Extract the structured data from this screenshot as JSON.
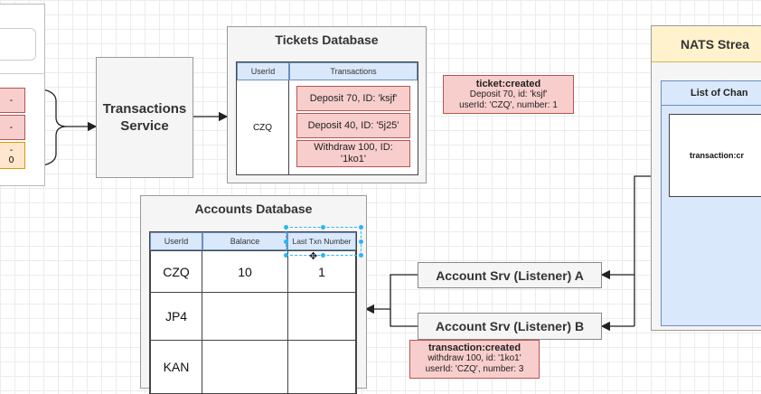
{
  "left_panel": {
    "items": [
      {
        "text": "-",
        "color": "#f8cecc"
      },
      {
        "text": "-",
        "color": "#f8cecc"
      },
      {
        "text": "-\n0",
        "color": "#ffe6cc"
      }
    ]
  },
  "transactions_service": {
    "label": "Transactions\nService"
  },
  "tickets_db": {
    "title": "Tickets Database",
    "columns": [
      "UserId",
      "Transactions"
    ],
    "user": "CZQ",
    "transactions": [
      "Deposit 70, ID: 'ksjf'",
      "Deposit 40, ID: '5j25'",
      "Withdraw 100, ID: '1ko1'"
    ]
  },
  "ticket_event": {
    "title": "ticket:created",
    "line1": "Deposit 70, id: 'ksjf'",
    "line2": "userId: 'CZQ', number: 1"
  },
  "nats": {
    "title": "NATS Strea",
    "list_title": "List of Chan",
    "channel": "transaction:cr"
  },
  "accounts_db": {
    "title": "Accounts Database",
    "columns": [
      "UserId",
      "Balance",
      "Last Txn Number"
    ],
    "rows": [
      {
        "user": "CZQ",
        "balance": "10",
        "last": "1"
      },
      {
        "user": "JP4",
        "balance": "",
        "last": ""
      },
      {
        "user": "KAN",
        "balance": "",
        "last": ""
      }
    ]
  },
  "listeners": {
    "a": "Account Srv (Listener) A",
    "b": "Account Srv (Listener) B"
  },
  "txn_event": {
    "title": "transaction:created",
    "line1": "withdraw 100, id: '1ko1'",
    "line2": "userId: 'CZQ', number: 3"
  },
  "colors": {
    "red": "#f8cecc",
    "orange": "#ffe6cc",
    "blue": "#dae8fc",
    "yellow": "#fff2cc",
    "grey": "#f5f5f5"
  }
}
